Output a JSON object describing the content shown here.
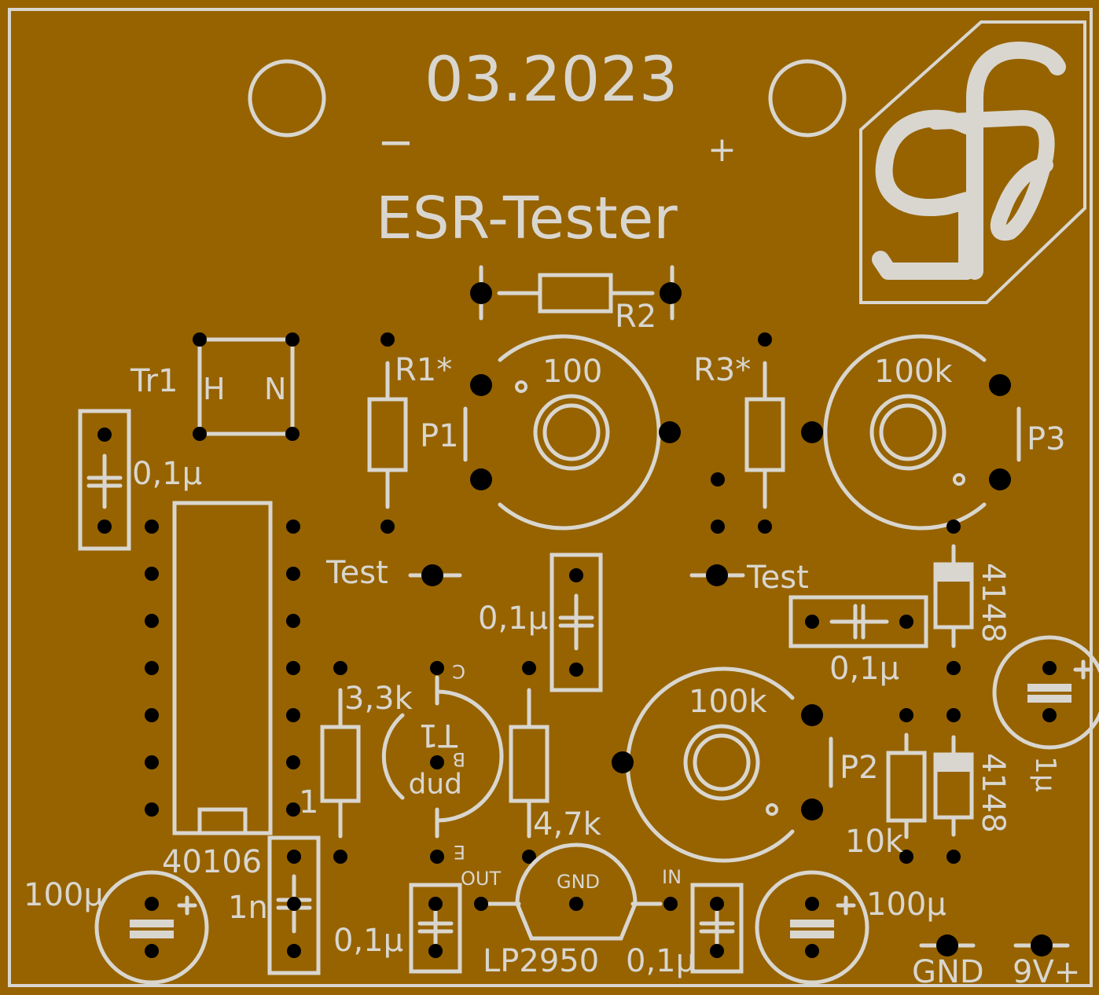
{
  "colors": {
    "board": "#966300",
    "silkscreen": "#d9d6cf",
    "pad": "#000000"
  },
  "header": {
    "date": "03.2023",
    "title": "ESR-Tester",
    "minus": "−",
    "plus": "+"
  },
  "logo": {
    "text": "gfe"
  },
  "labels": {
    "r2": "R2",
    "tr1": "Tr1",
    "tr1_h": "H",
    "tr1_n": "N",
    "r1": "R1*",
    "p1": "P1",
    "p1_value": "100",
    "r3": "R3*",
    "p3": "P3",
    "p3_value": "100k",
    "c_left": "0,1µ",
    "test_left": "Test",
    "test_right": "Test",
    "c_center": "0,1µ",
    "c_right": "0,1µ",
    "d_upper": "4148",
    "d_lower": "4148",
    "c_1u": "1µ",
    "r_3k3": "3,3k",
    "t1": "T1",
    "t1_c": "C",
    "t1_b": "B",
    "t1_e": "E",
    "t1_type": "pnp",
    "r_4k7": "4,7k",
    "p2": "P2",
    "p2_value": "100k",
    "r_10k": "10k",
    "ic_pin1": "1",
    "ic": "40106",
    "c_100u_left": "100µ",
    "c_1n": "1n",
    "c_reg_in": "0,1µ",
    "reg_out": "OUT",
    "reg_gnd": "GND",
    "reg_in": "IN",
    "reg": "LP2950",
    "c_reg_out": "0,1µ",
    "c_100u_right": "100µ",
    "gnd": "GND",
    "vplus": "9V+"
  }
}
